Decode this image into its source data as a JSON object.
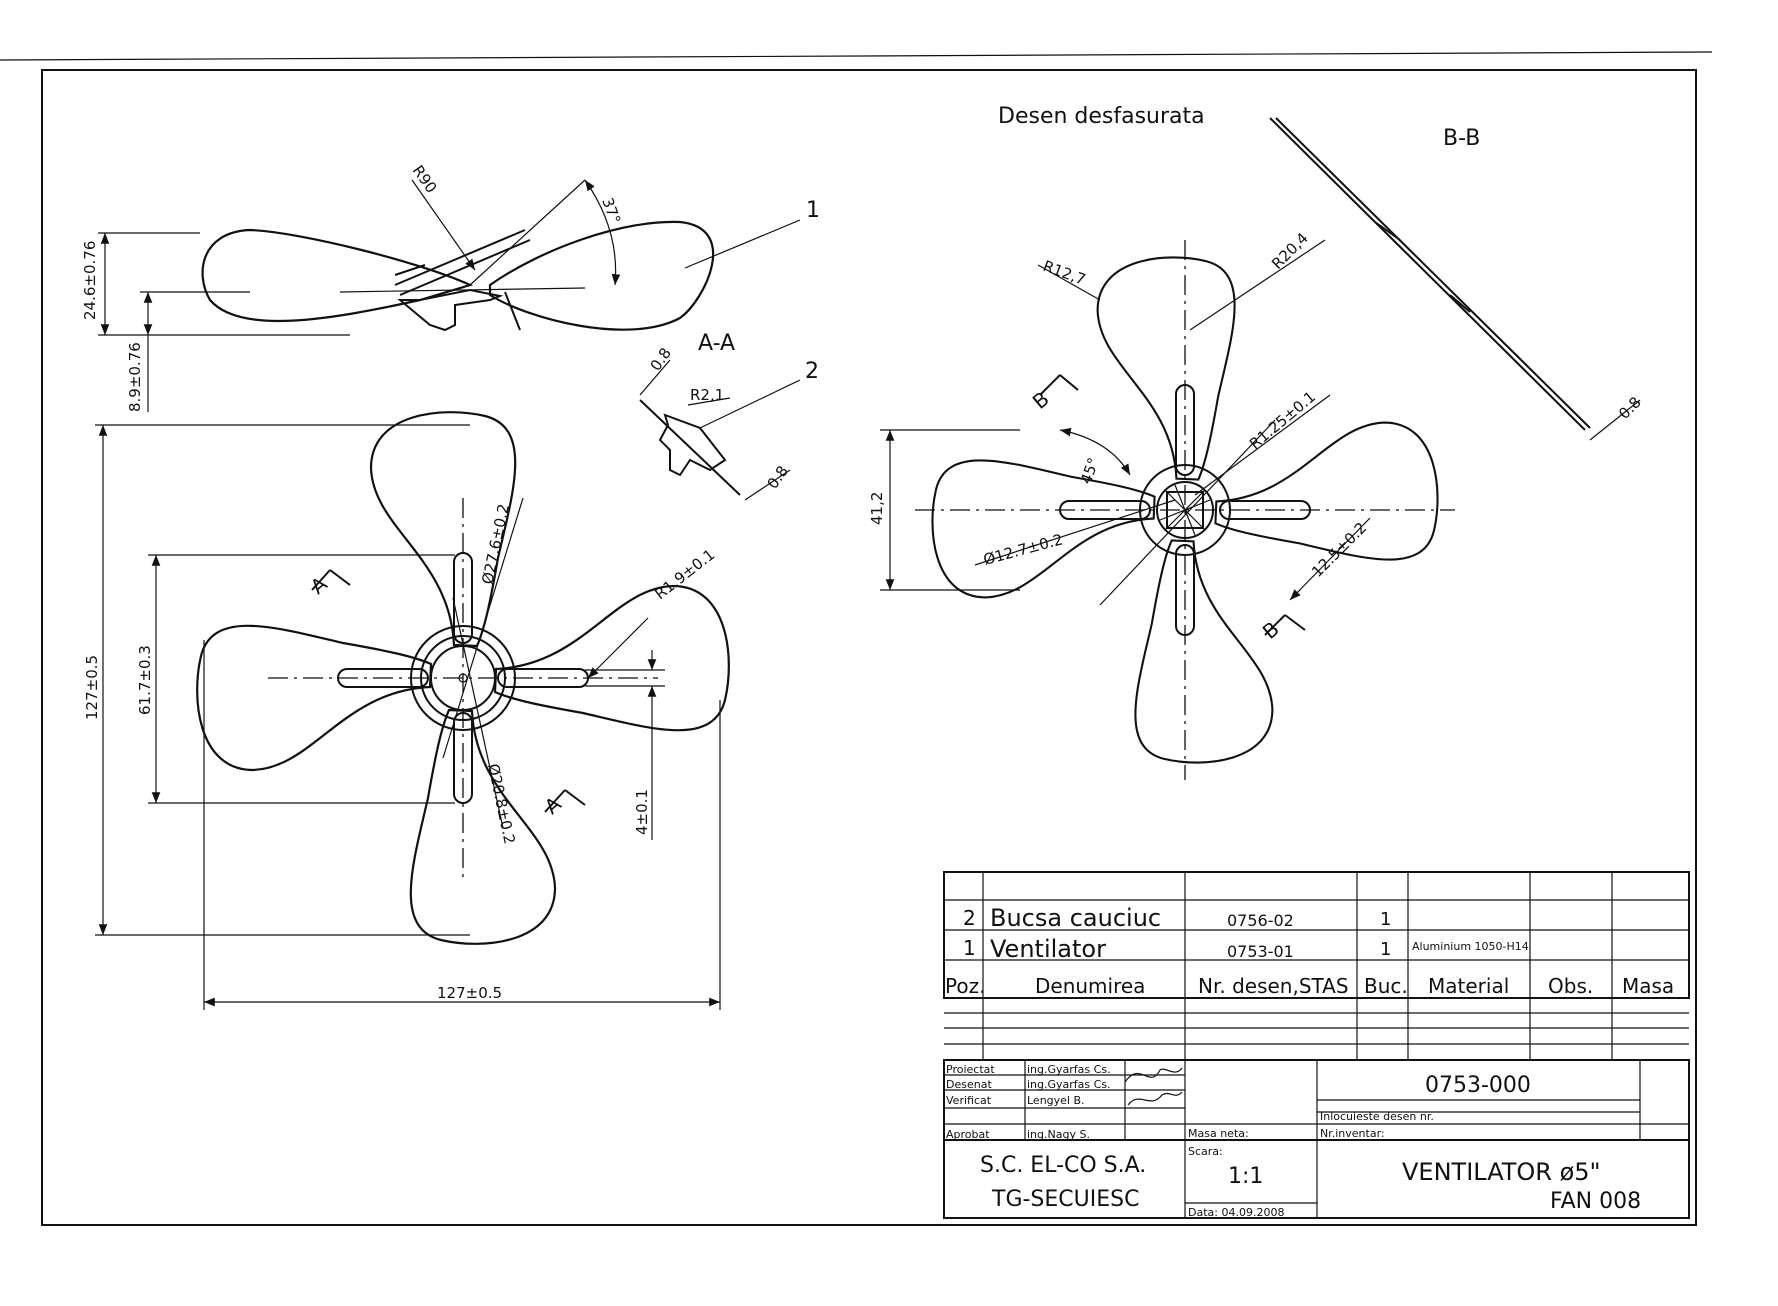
{
  "titles": {
    "developed": "Desen desfasurata",
    "section_aa": "A-A",
    "section_bb": "B-B",
    "cut_a": "A",
    "cut_b": "B"
  },
  "callouts": [
    "1",
    "2"
  ],
  "dims": {
    "side_height": "24.6±0.76",
    "side_offset": "8.9±0.76",
    "r90": "R90",
    "angle37": "37°",
    "aa_t1": "0.8",
    "aa_r": "R2,1",
    "aa_t2": "0.8",
    "front_height": "127±0.5",
    "front_width": "127±0.5",
    "front_inner": "61.7±0.3",
    "front_d1": "Ø27.6±0.2",
    "front_d2": "Ø20.8±0.2",
    "front_r": "R1.9±0.1",
    "front_4": "4±0.1",
    "dev_r127": "R12,7",
    "dev_r204": "R20,4",
    "dev_r125": "R1.25±0.1",
    "dev_45": "45°",
    "dev_d127": "Ø12.7±0.2",
    "dev_125": "12.5±0.2",
    "dev_412": "41,2",
    "bb_t": "0.8"
  },
  "parts_list": {
    "rows": [
      {
        "poz": "2",
        "name": "Bucsa cauciuc",
        "drawing": "0756-02",
        "qty": "1",
        "material": "",
        "obs": "",
        "mass": ""
      },
      {
        "poz": "1",
        "name": "Ventilator",
        "drawing": "0753-01",
        "qty": "1",
        "material": "Aluminium 1050-H14",
        "obs": "",
        "mass": ""
      }
    ],
    "headers": {
      "poz": "Poz.",
      "name": "Denumirea",
      "drawing": "Nr. desen,STAS",
      "qty": "Buc.",
      "material": "Material",
      "obs": "Obs.",
      "mass": "Masa"
    }
  },
  "title_block": {
    "roles": [
      {
        "role": "Proiectat",
        "person": "ing.Gyarfas Cs."
      },
      {
        "role": "Desenat",
        "person": "ing.Gyarfas Cs."
      },
      {
        "role": "Verificat",
        "person": "Lengyel B."
      },
      {
        "role": "Aprobat",
        "person": "ing.Nagy S."
      }
    ],
    "drawing_number": "0753-000",
    "replaces_label": "Inlocuieste desen nr.",
    "inventory_label": "Nr.inventar:",
    "net_mass_label": "Masa neta:",
    "scale_label": "Scara:",
    "scale": "1:1",
    "date": "Data: 04.09.2008",
    "company_line1": "S.C. EL-CO S.A.",
    "company_line2": "TG-SECUIESC",
    "product_title": "VENTILATOR ø5\"",
    "product_code": "FAN 008"
  }
}
